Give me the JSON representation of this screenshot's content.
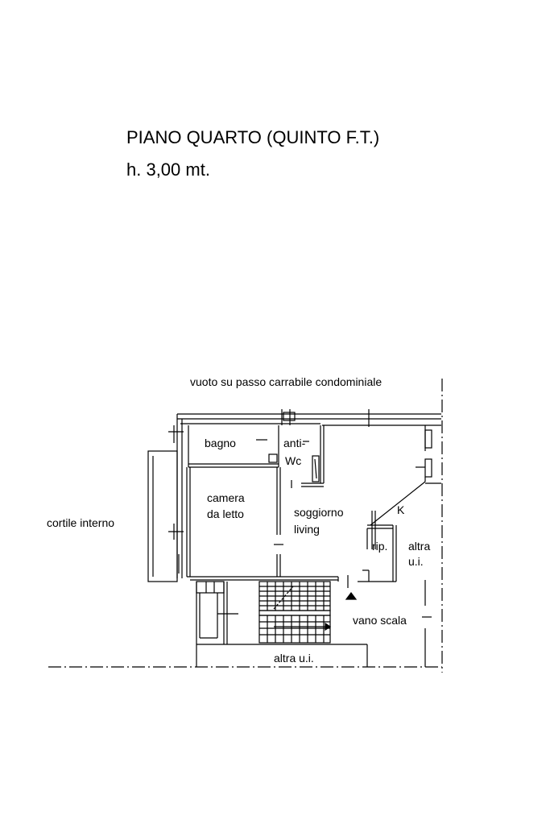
{
  "header": {
    "title": "PIANO QUARTO (QUINTO F.T.)",
    "height": "h. 3,00 mt."
  },
  "labels": {
    "top_void": "vuoto su passo carrabile condominiale",
    "courtyard": "cortile interno",
    "bathroom": "bagno",
    "anti": "anti-",
    "wc": "Wc",
    "bedroom_1": "camera",
    "bedroom_2": "da letto",
    "living_1": "soggiorno",
    "living_2": "living",
    "kitchen": "K",
    "storage": "rip.",
    "other_unit_right_1": "altra",
    "other_unit_right_2": "u.i.",
    "stairwell": "vano scala",
    "other_unit_bottom": "altra u.i."
  }
}
